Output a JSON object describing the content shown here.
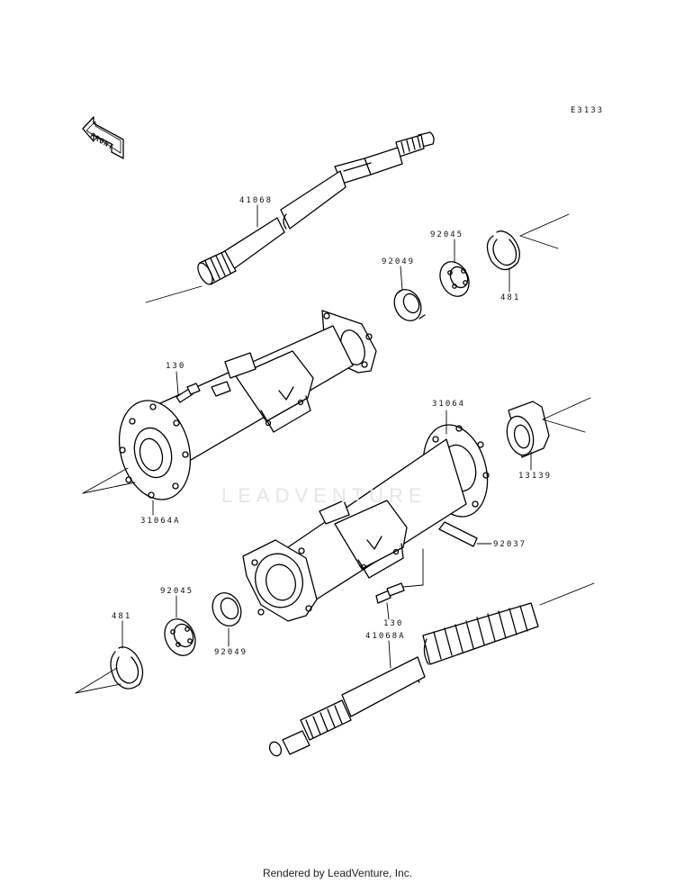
{
  "diagram_code": "E3133",
  "front_label": "FRONT",
  "watermark": "LEADVENTURE",
  "footer": "Rendered by LeadVenture, Inc.",
  "part_labels": {
    "p41068": "41068",
    "p92045_top": "92045",
    "p92049_top": "92049",
    "p481_top": "481",
    "p130_top": "130",
    "p31064A": "31064A",
    "p31064": "31064",
    "p13139": "13139",
    "p92037": "92037",
    "p130_bottom": "130",
    "p92045_bottom": "92045",
    "p92049_bottom": "92049",
    "p481_bottom": "481",
    "p41068A": "41068A"
  }
}
